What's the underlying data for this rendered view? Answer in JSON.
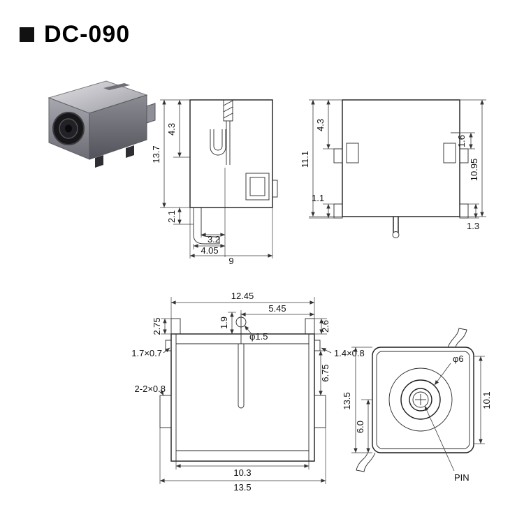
{
  "title": "DC-090",
  "side_view": {
    "h_top": "4.3",
    "h_total": "13.7",
    "h_leg": "2.1",
    "w_leg_inner": "3.2",
    "w_leg_outer": "4.05",
    "w_total": "9"
  },
  "rear_view": {
    "h_top": "4.3",
    "h_total": "11.1",
    "tab_left": "1.1",
    "step_right": "1.6",
    "h_right": "10.95",
    "tab_right": "1.3"
  },
  "top_view": {
    "w_top": "12.45",
    "w_pin_to_edge": "5.45",
    "tab_top_left": "2.75",
    "pin_offset": "1.9",
    "hole_dia": "φ1.5",
    "tab_top_right": "2.6",
    "slot_left": "1.7×0.7",
    "slot_right": "1.4×0.8",
    "side_slots": "2-2×0.8",
    "side_len": "6.75",
    "w_inner": "10.3",
    "w_total": "13.5"
  },
  "front_view": {
    "barrel_dia": "φ6",
    "h_total": "13.5",
    "h_center_to_bottom": "6.0",
    "h_inner": "10.1",
    "pin_label": "PIN"
  }
}
